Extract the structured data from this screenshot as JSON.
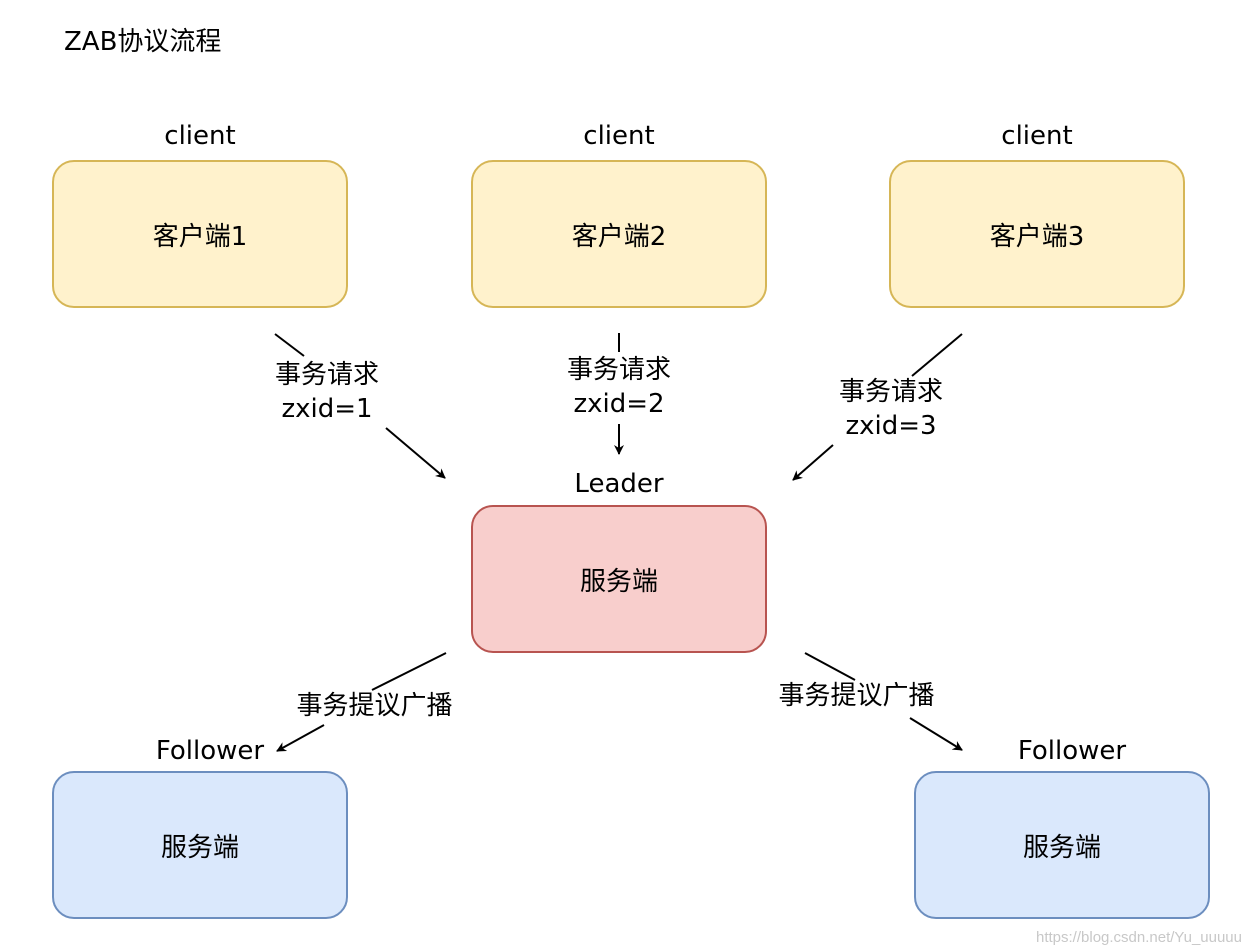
{
  "title": "ZAB协议流程",
  "clients": [
    {
      "role": "client",
      "label": "客户端1",
      "request_line1": "事务请求",
      "request_line2": "zxid=1"
    },
    {
      "role": "client",
      "label": "客户端2",
      "request_line1": "事务请求",
      "request_line2": "zxid=2"
    },
    {
      "role": "client",
      "label": "客户端3",
      "request_line1": "事务请求",
      "request_line2": "zxid=3"
    }
  ],
  "leader": {
    "role": "Leader",
    "label": "服务端"
  },
  "followers": [
    {
      "role": "Follower",
      "label": "服务端",
      "edge_label": "事务提议广播"
    },
    {
      "role": "Follower",
      "label": "服务端",
      "edge_label": "事务提议广播"
    }
  ],
  "colors": {
    "client_fill": "#fff2cc",
    "client_border": "#d6b656",
    "leader_fill": "#f8cecc",
    "leader_border": "#b85450",
    "follower_fill": "#dae8fc",
    "follower_border": "#6c8ebf"
  },
  "watermark": "https://blog.csdn.net/Yu_uuuuu"
}
